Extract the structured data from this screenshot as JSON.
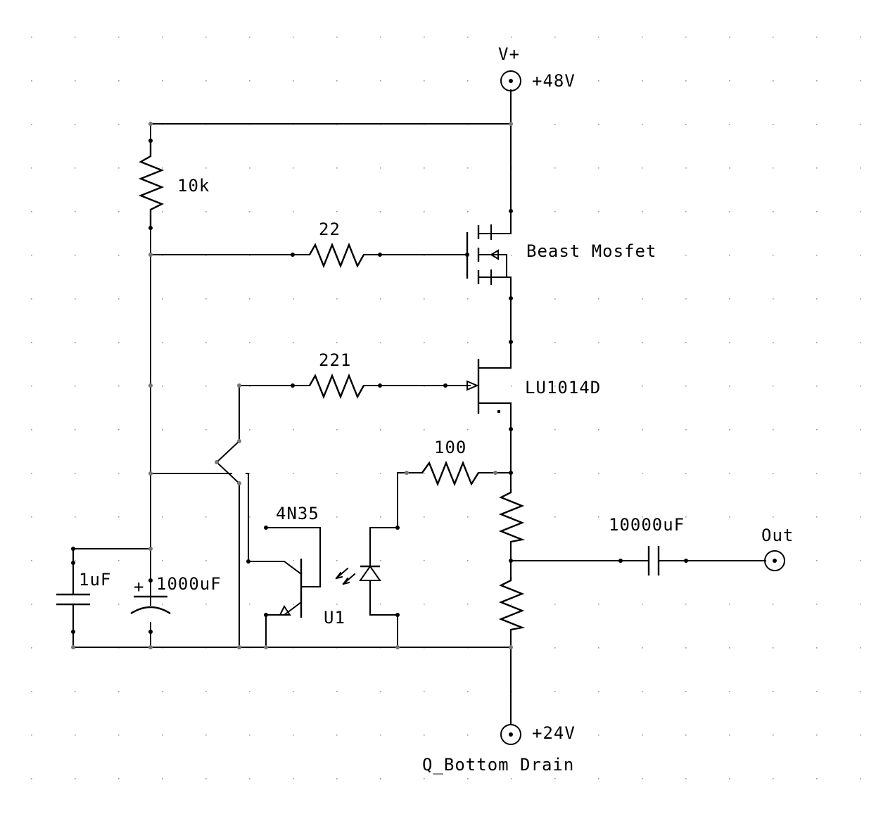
{
  "labels": {
    "vplus_net": "V+",
    "v48": "+48V",
    "r10k": "10k",
    "r22": "22",
    "mosfet": "Beast Mosfet",
    "r221": "221",
    "jfet": "LU1014D",
    "r100": "100",
    "opto": "4N35",
    "c10000": "10000uF",
    "out": "Out",
    "c1uf": "1uF",
    "c1000": "1000uF",
    "plus": "+",
    "u1": "U1",
    "v24": "+24V",
    "qbottom": "Q_Bottom Drain"
  }
}
